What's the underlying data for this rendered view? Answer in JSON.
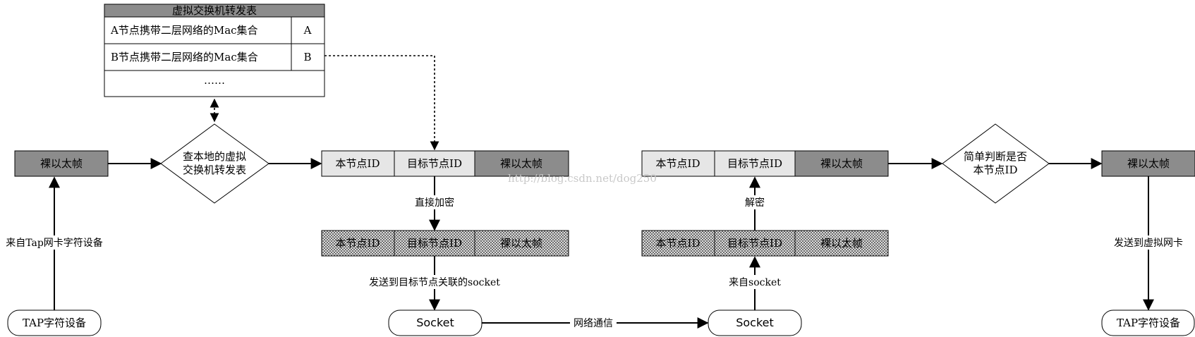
{
  "watermark": "http://blog.csdn.net/dog250",
  "forwarding_table": {
    "title": "虚拟交换机转发表",
    "rows": [
      {
        "desc": "A节点携带二层网络的Mac集合",
        "node": "A"
      },
      {
        "desc": "B节点携带二层网络的Mac集合",
        "node": "B"
      }
    ],
    "more": "……"
  },
  "left_frame": "裸以太帧",
  "left_source_label": "来自Tap网卡字符设备",
  "left_tap": "TAP字符设备",
  "lookup_diamond": {
    "line1": "查本地的虚拟",
    "line2": "交换机转发表"
  },
  "send_packet": {
    "cells": [
      "本节点ID",
      "目标节点ID",
      "裸以太帧"
    ]
  },
  "encrypt_label": "直接加密",
  "send_encrypted": {
    "cells": [
      "本节点ID",
      "目标节点ID",
      "裸以太帧"
    ]
  },
  "send_socket_label": "发送到目标节点关联的socket",
  "socket_left": "Socket",
  "network_label": "网络通信",
  "socket_right": "Socket",
  "from_socket_label": "来自socket",
  "recv_encrypted": {
    "cells": [
      "本节点ID",
      "目标节点ID",
      "裸以太帧"
    ]
  },
  "decrypt_label": "解密",
  "recv_packet": {
    "cells": [
      "本节点ID",
      "目标节点ID",
      "裸以太帧"
    ]
  },
  "check_diamond": {
    "line1": "简单判断是否",
    "line2": "本节点ID"
  },
  "right_frame": "裸以太帧",
  "right_send_label": "发送到虚拟网卡",
  "right_tap": "TAP字符设备",
  "colors": {
    "dark_cell": "#8c8c8c",
    "light_cell": "#e6e6e6",
    "line": "#000000"
  }
}
